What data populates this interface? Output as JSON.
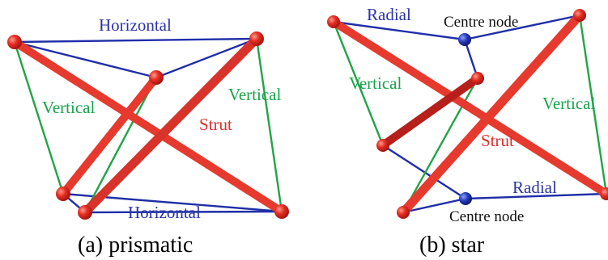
{
  "colors": {
    "strut": "#e63a2e",
    "strut_dark": "#b61f1a",
    "horizontal": "#1f2ea8",
    "vertical": "#22a447",
    "node_red": "#e02b2b",
    "node_blue": "#1c2b9e"
  },
  "panel_a": {
    "caption": "(a) prismatic",
    "labels": {
      "horizontal_top": "Horizontal",
      "horizontal_bottom": "Horizontal",
      "vertical_left": "Vertical",
      "vertical_right": "Vertical",
      "strut": "Strut"
    }
  },
  "panel_b": {
    "caption": "(b) star",
    "labels": {
      "radial_top": "Radial",
      "radial_bottom": "Radial",
      "centre_top": "Centre node",
      "centre_bottom": "Centre node",
      "vertical_left": "Vertical",
      "vertical_right": "Vertical",
      "strut": "Strut"
    }
  }
}
